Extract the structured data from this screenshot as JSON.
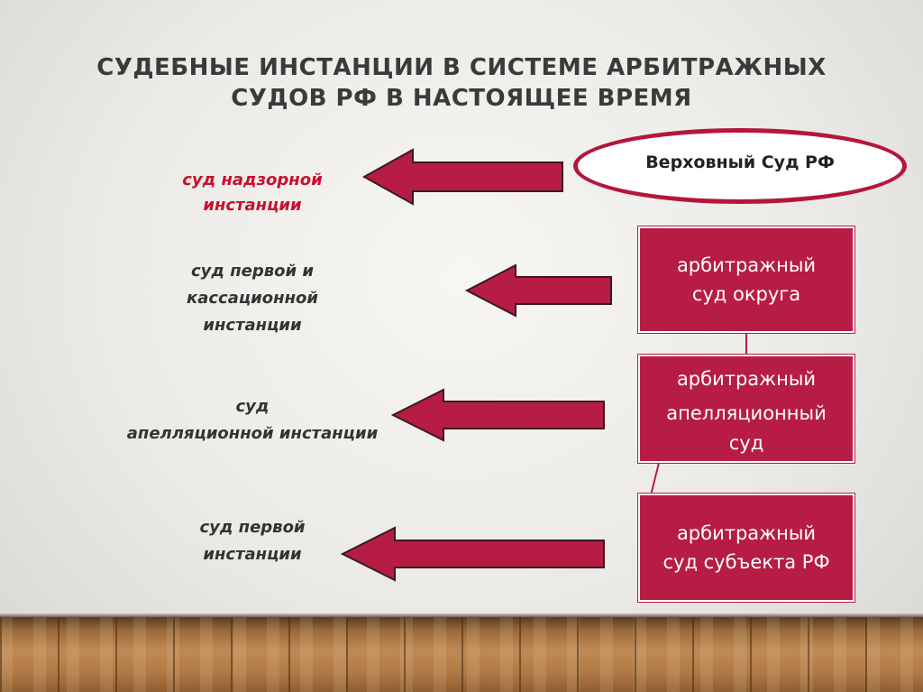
{
  "title": {
    "line1": "СУДЕБНЫЕ ИНСТАНЦИИ В СИСТЕМЕ АРБИТРАЖНЫХ",
    "line2": "СУДОВ РФ В НАСТОЯЩЕЕ ВРЕМЯ"
  },
  "supreme_court": "Верховный Суд РФ",
  "courts": [
    {
      "line1": "арбитражный",
      "line2": "суд округа"
    },
    {
      "line1": "арбитражный",
      "line2": "апелляционный",
      "line3": "суд"
    },
    {
      "line1": "арбитражный",
      "line2": "суд субъекта РФ"
    }
  ],
  "instances": [
    {
      "line1": "суд надзорной",
      "line2": "инстанции"
    },
    {
      "line1": "суд первой и",
      "line2": "кассационной",
      "line3": "инстанции"
    },
    {
      "line1": "суд",
      "line2": "апелляционной инстанции"
    },
    {
      "line1": "суд первой",
      "line2": "инстанции"
    }
  ],
  "colors": {
    "accent": "#b71c45",
    "supervisory_label": "#c8102e",
    "label": "#333333",
    "floor": "#b07844"
  }
}
